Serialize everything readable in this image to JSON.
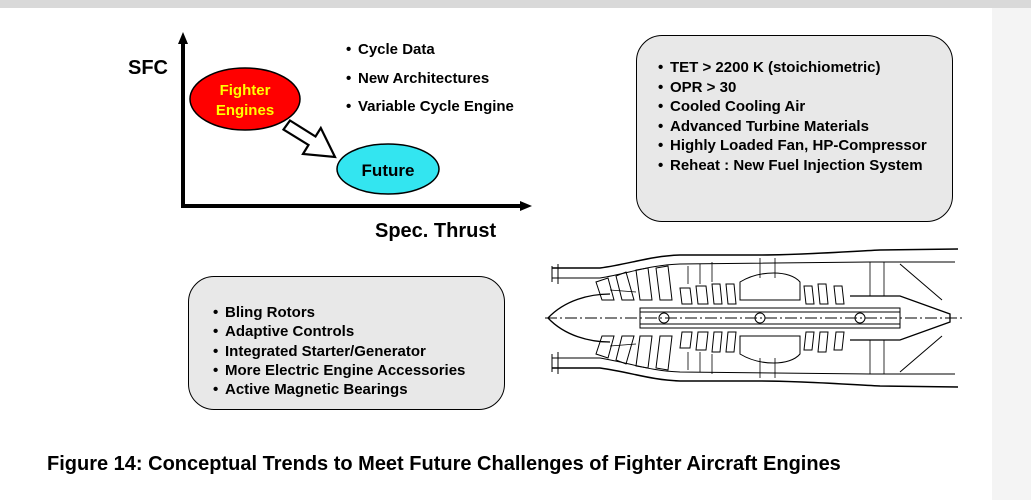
{
  "diagram": {
    "y_axis_label": "SFC",
    "x_axis_label": "Spec. Thrust",
    "fighter_bubble": {
      "line1": "Fighter",
      "line2": "Engines",
      "fill": "#ff0000",
      "text_color": "#ffff00"
    },
    "future_bubble": {
      "label": "Future",
      "fill": "#33e5f0",
      "text_color": "#000000"
    }
  },
  "top_bullets": [
    "Cycle Data",
    "New Architectures",
    "Variable Cycle  Engine"
  ],
  "right_box": {
    "items": [
      "TET > 2200 K (stoichiometric)",
      "OPR > 30",
      "Cooled Cooling Air",
      "Advanced Turbine Materials",
      "Highly Loaded Fan, HP-Compressor",
      "Reheat : New Fuel Injection System"
    ],
    "fill": "#e8e8e8"
  },
  "left_box": {
    "items": [
      "Bling Rotors",
      "Adaptive Controls",
      "Integrated Starter/Generator",
      "More Electric Engine Accessories",
      "Active Magnetic Bearings"
    ],
    "fill": "#e8e8e8"
  },
  "caption": "Figure 14: Conceptual Trends to Meet Future Challenges of Fighter Aircraft Engines"
}
